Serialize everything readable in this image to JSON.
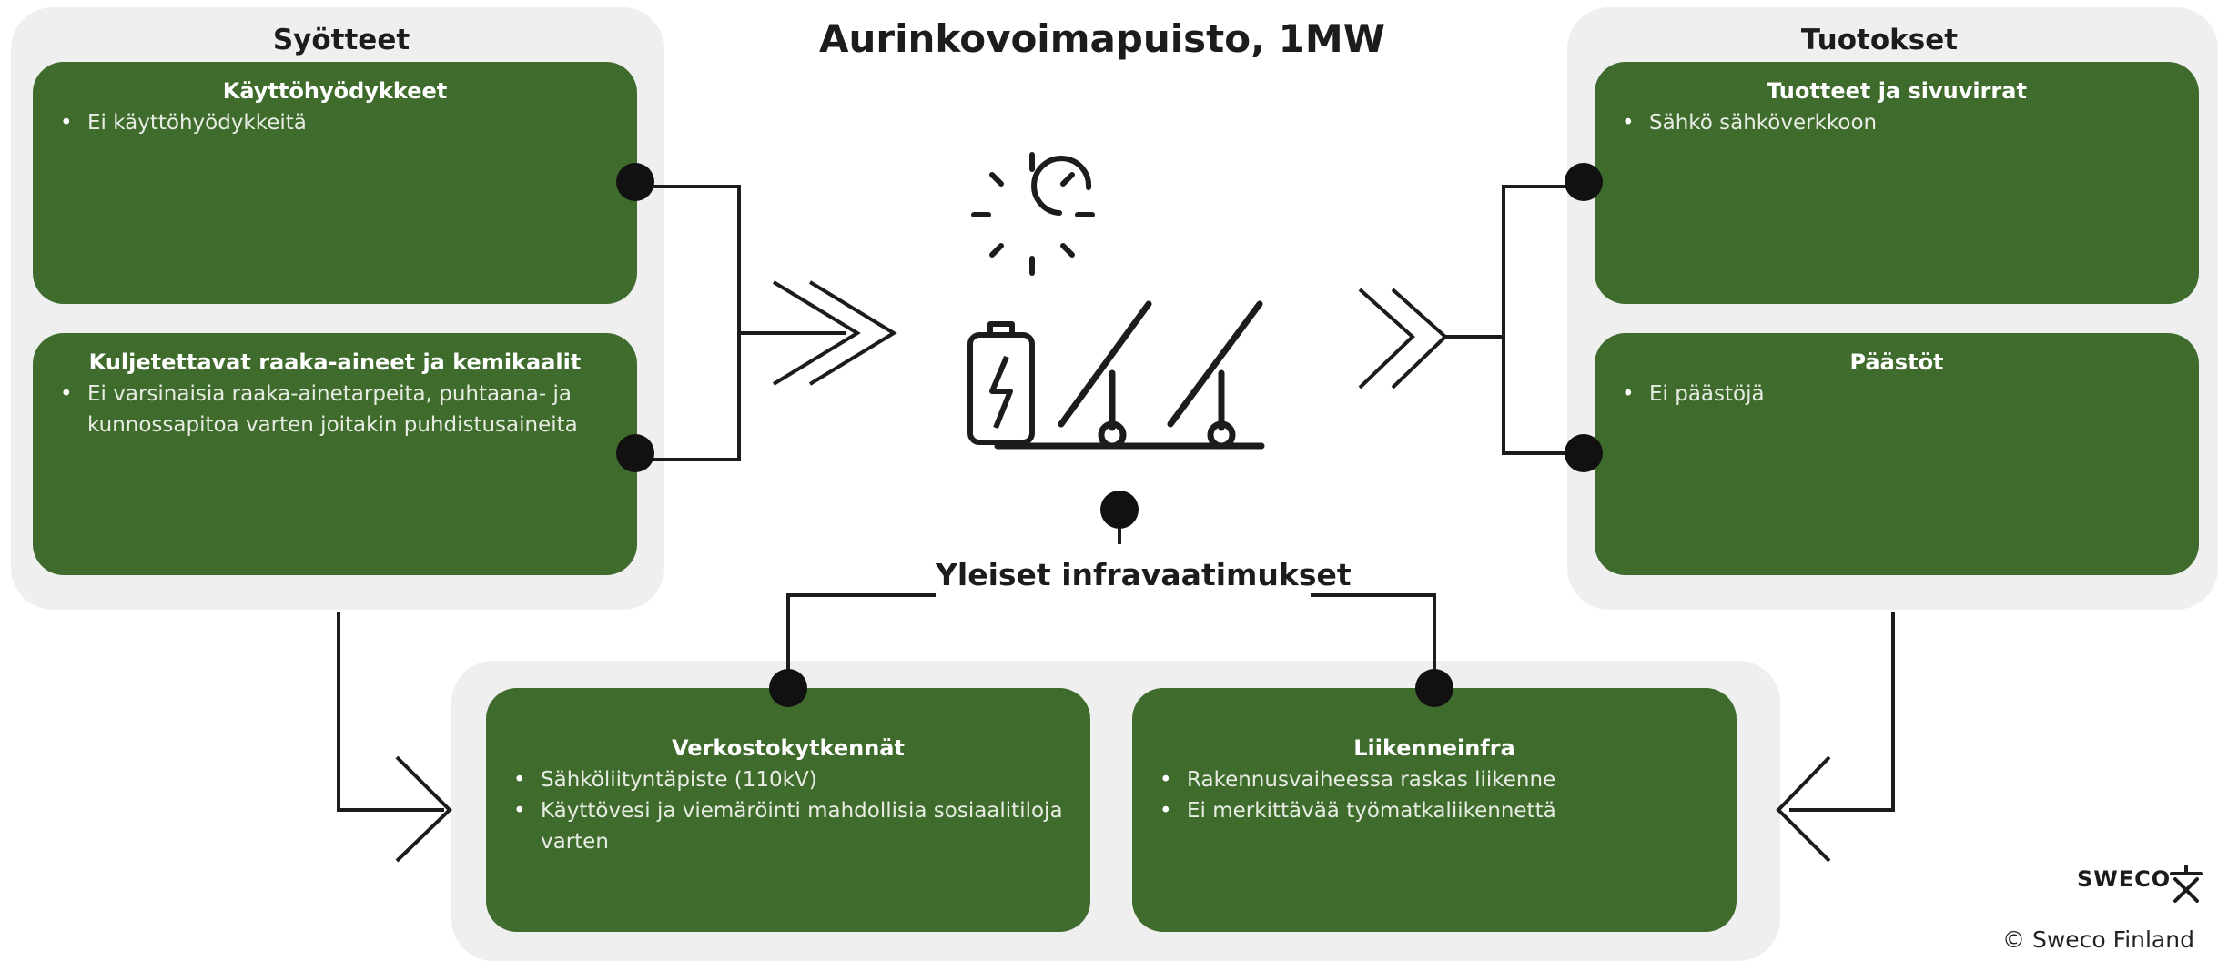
{
  "title": "Aurinkovoimapuisto, 1MW",
  "inputs_panel": {
    "title": "Syötteet",
    "cards": [
      {
        "title": "Käyttöhyödykkeet",
        "items": [
          "Ei käyttöhyödykkeitä"
        ]
      },
      {
        "title": "Kuljetettavat raaka-aineet ja kemikaalit",
        "items": [
          "Ei varsinaisia raaka-ainetarpeita, puhtaana- ja kunnossapitoa varten joitakin puhdistusaineita"
        ]
      }
    ]
  },
  "outputs_panel": {
    "title": "Tuotokset",
    "cards": [
      {
        "title": "Tuotteet ja sivuvirrat",
        "items": [
          "Sähkö sähköverkkoon"
        ]
      },
      {
        "title": "Päästöt",
        "items": [
          "Ei päästöjä"
        ]
      }
    ]
  },
  "infra": {
    "label": "Yleiset infravaatimukset",
    "cards": [
      {
        "title": "Verkostokytkennät",
        "items": [
          "Sähköliityntäpiste (110kV)",
          "Käyttövesi ja viemäröinti mahdollisia sosiaalitiloja varten"
        ]
      },
      {
        "title": "Liikenneinfra",
        "items": [
          "Rakennusvaiheessa raskas liikenne",
          "Ei merkittävää työmatkaliikennettä"
        ]
      }
    ]
  },
  "icons": {
    "sun": "sun-icon",
    "battery": "battery-charging-icon",
    "panels": "solar-panel-icon"
  },
  "colors": {
    "card_green": "#3f6b2d",
    "panel_gray": "#efefef",
    "line": "#1c1c1c"
  },
  "logo": {
    "text": "SWECO"
  },
  "copyright": "© Sweco Finland"
}
